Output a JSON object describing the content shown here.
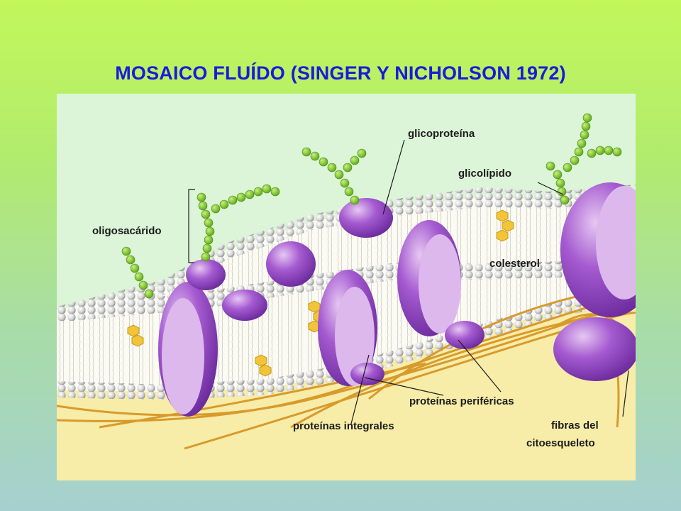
{
  "title": "MOSAICO FLUÍDO (SINGER Y NICHOLSON 1972)",
  "labels": {
    "glicoproteina": "glicoproteína",
    "glicolipido": "glicolípido",
    "oligosacarido": "oligosacárido",
    "colesterol": "colesterol",
    "proteinas_perifericas": "proteínas periféricas",
    "proteinas_integrales": "proteínas integrales",
    "fibras_1": "fibras del",
    "fibras_2": "citoesqueleto"
  },
  "colors": {
    "title": "#1a1adc",
    "protein": "#8c40c0",
    "protein_light": "#d9b6ea",
    "sugar": "#7ccf2a",
    "cholesterol": "#f2c43a",
    "fibers": "#d99a2c",
    "cytoplasm": "#f7eda8",
    "lipid_head": "#d4d4d4"
  }
}
